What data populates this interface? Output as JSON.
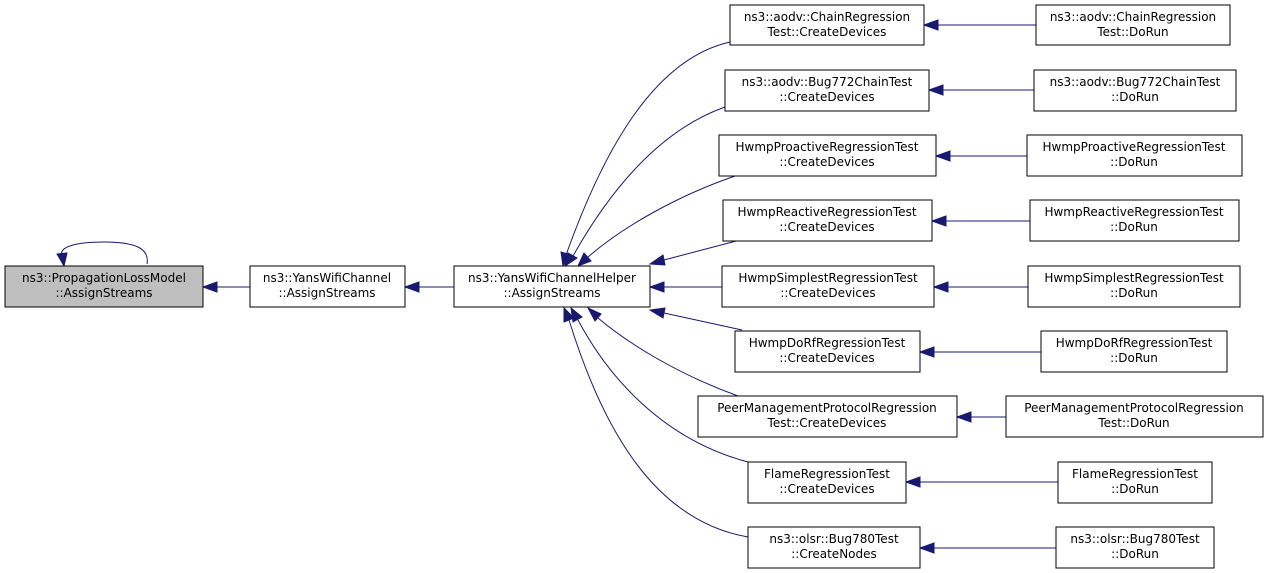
{
  "colors": {
    "edge": "#191970",
    "current_node_fill": "#bfbfbf",
    "node_fill": "#ffffff",
    "node_border": "#000000"
  },
  "nodes": {
    "propagation_loss_model": {
      "line1": "ns3::PropagationLossModel",
      "line2": "::AssignStreams"
    },
    "yans_wifi_channel": {
      "line1": "ns3::YansWifiChannel",
      "line2": "::AssignStreams"
    },
    "yans_wifi_channel_helper": {
      "line1": "ns3::YansWifiChannelHelper",
      "line2": "::AssignStreams"
    },
    "aodv_chain_create": {
      "line1": "ns3::aodv::ChainRegression",
      "line2": "Test::CreateDevices"
    },
    "aodv_bug772_create": {
      "line1": "ns3::aodv::Bug772ChainTest",
      "line2": "::CreateDevices"
    },
    "hwmp_proactive_create": {
      "line1": "HwmpProactiveRegressionTest",
      "line2": "::CreateDevices"
    },
    "hwmp_reactive_create": {
      "line1": "HwmpReactiveRegressionTest",
      "line2": "::CreateDevices"
    },
    "hwmp_simplest_create": {
      "line1": "HwmpSimplestRegressionTest",
      "line2": "::CreateDevices"
    },
    "hwmp_dorf_create": {
      "line1": "HwmpDoRfRegressionTest",
      "line2": "::CreateDevices"
    },
    "peer_mgmt_create": {
      "line1": "PeerManagementProtocolRegression",
      "line2": "Test::CreateDevices"
    },
    "flame_create": {
      "line1": "FlameRegressionTest",
      "line2": "::CreateDevices"
    },
    "olsr_bug780_create": {
      "line1": "ns3::olsr::Bug780Test",
      "line2": "::CreateNodes"
    },
    "aodv_chain_dorun": {
      "line1": "ns3::aodv::ChainRegression",
      "line2": "Test::DoRun"
    },
    "aodv_bug772_dorun": {
      "line1": "ns3::aodv::Bug772ChainTest",
      "line2": "::DoRun"
    },
    "hwmp_proactive_dorun": {
      "line1": "HwmpProactiveRegressionTest",
      "line2": "::DoRun"
    },
    "hwmp_reactive_dorun": {
      "line1": "HwmpReactiveRegressionTest",
      "line2": "::DoRun"
    },
    "hwmp_simplest_dorun": {
      "line1": "HwmpSimplestRegressionTest",
      "line2": "::DoRun"
    },
    "hwmp_dorf_dorun": {
      "line1": "HwmpDoRfRegressionTest",
      "line2": "::DoRun"
    },
    "peer_mgmt_dorun": {
      "line1": "PeerManagementProtocolRegression",
      "line2": "Test::DoRun"
    },
    "flame_dorun": {
      "line1": "FlameRegressionTest",
      "line2": "::DoRun"
    },
    "olsr_bug780_dorun": {
      "line1": "ns3::olsr::Bug780Test",
      "line2": "::DoRun"
    }
  },
  "edges": [
    {
      "from": "propagation_loss_model",
      "to": "propagation_loss_model"
    },
    {
      "from": "yans_wifi_channel",
      "to": "propagation_loss_model"
    },
    {
      "from": "yans_wifi_channel_helper",
      "to": "yans_wifi_channel"
    },
    {
      "from": "aodv_chain_create",
      "to": "yans_wifi_channel_helper"
    },
    {
      "from": "aodv_bug772_create",
      "to": "yans_wifi_channel_helper"
    },
    {
      "from": "hwmp_proactive_create",
      "to": "yans_wifi_channel_helper"
    },
    {
      "from": "hwmp_reactive_create",
      "to": "yans_wifi_channel_helper"
    },
    {
      "from": "hwmp_simplest_create",
      "to": "yans_wifi_channel_helper"
    },
    {
      "from": "hwmp_dorf_create",
      "to": "yans_wifi_channel_helper"
    },
    {
      "from": "peer_mgmt_create",
      "to": "yans_wifi_channel_helper"
    },
    {
      "from": "flame_create",
      "to": "yans_wifi_channel_helper"
    },
    {
      "from": "olsr_bug780_create",
      "to": "yans_wifi_channel_helper"
    },
    {
      "from": "aodv_chain_dorun",
      "to": "aodv_chain_create"
    },
    {
      "from": "aodv_bug772_dorun",
      "to": "aodv_bug772_create"
    },
    {
      "from": "hwmp_proactive_dorun",
      "to": "hwmp_proactive_create"
    },
    {
      "from": "hwmp_reactive_dorun",
      "to": "hwmp_reactive_create"
    },
    {
      "from": "hwmp_simplest_dorun",
      "to": "hwmp_simplest_create"
    },
    {
      "from": "hwmp_dorf_dorun",
      "to": "hwmp_dorf_create"
    },
    {
      "from": "peer_mgmt_dorun",
      "to": "peer_mgmt_create"
    },
    {
      "from": "flame_dorun",
      "to": "flame_create"
    },
    {
      "from": "olsr_bug780_dorun",
      "to": "olsr_bug780_create"
    }
  ]
}
